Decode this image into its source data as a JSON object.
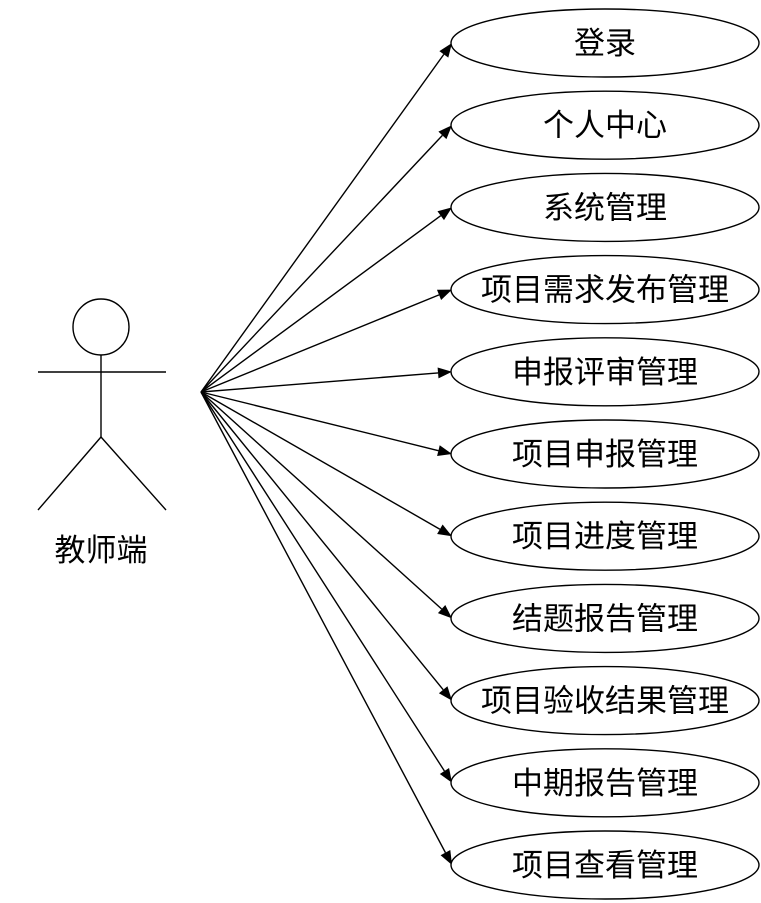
{
  "diagram": {
    "type": "use-case",
    "actor": {
      "label": "教师端",
      "icon": "stick-figure-icon"
    },
    "use_cases": [
      "登录",
      "个人中心",
      "系统管理",
      "项目需求发布管理",
      "申报评审管理",
      "项目申报管理",
      "项目进度管理",
      "结题报告管理",
      "项目验收结果管理",
      "中期报告管理",
      "项目查看管理"
    ],
    "colors": {
      "stroke": "#000000",
      "background": "#ffffff"
    }
  }
}
